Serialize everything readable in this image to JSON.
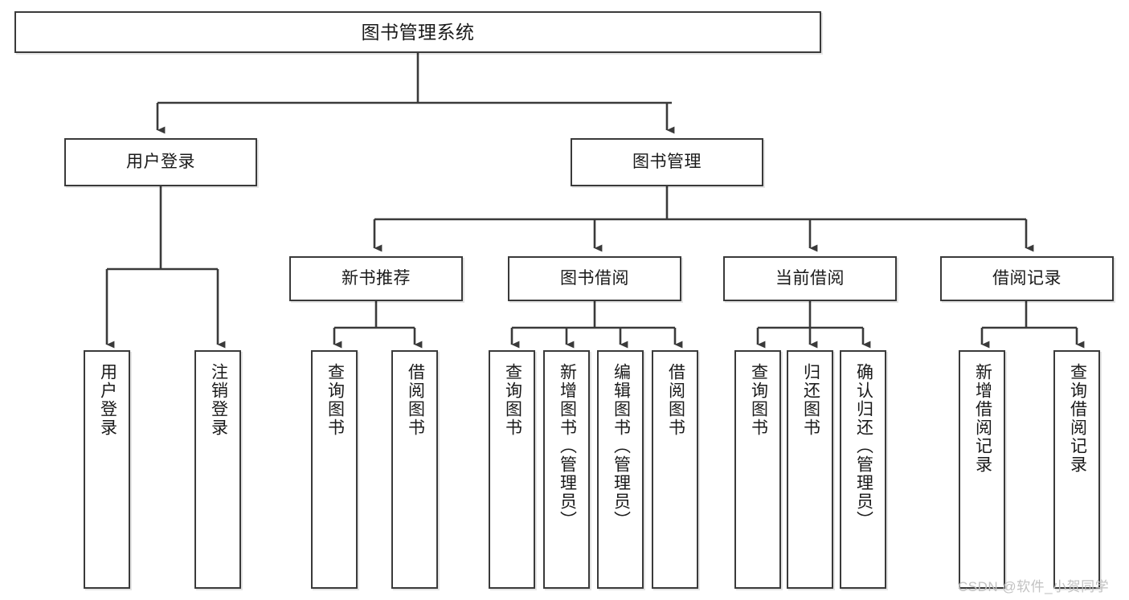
{
  "diagram": {
    "title": "图书管理系统",
    "type": "tree-hierarchy-chart",
    "root": {
      "label": "图书管理系统"
    },
    "level2": [
      {
        "label": "用户登录"
      },
      {
        "label": "图书管理"
      }
    ],
    "level3": [
      {
        "label": "新书推荐"
      },
      {
        "label": "图书借阅"
      },
      {
        "label": "当前借阅"
      },
      {
        "label": "借阅记录"
      }
    ],
    "leaves": [
      {
        "label": "用户登录"
      },
      {
        "label": "注销登录"
      },
      {
        "label": "查询图书"
      },
      {
        "label": "借阅图书"
      },
      {
        "label": "查询图书"
      },
      {
        "label": "新增图书（管理员）"
      },
      {
        "label": "编辑图书（管理员）"
      },
      {
        "label": "借阅图书"
      },
      {
        "label": "查询图书"
      },
      {
        "label": "归还图书"
      },
      {
        "label": "确认归还（管理员）"
      },
      {
        "label": "新增借阅记录"
      },
      {
        "label": "查询借阅记录"
      }
    ]
  },
  "watermark": {
    "text": "CSDN @软件_小贺同学"
  },
  "colors": {
    "border": "#3a3a3a",
    "background": "#ffffff",
    "text": "#1a1a1a",
    "watermark": "#c2c2c2",
    "connector": "#3a3a3a"
  }
}
